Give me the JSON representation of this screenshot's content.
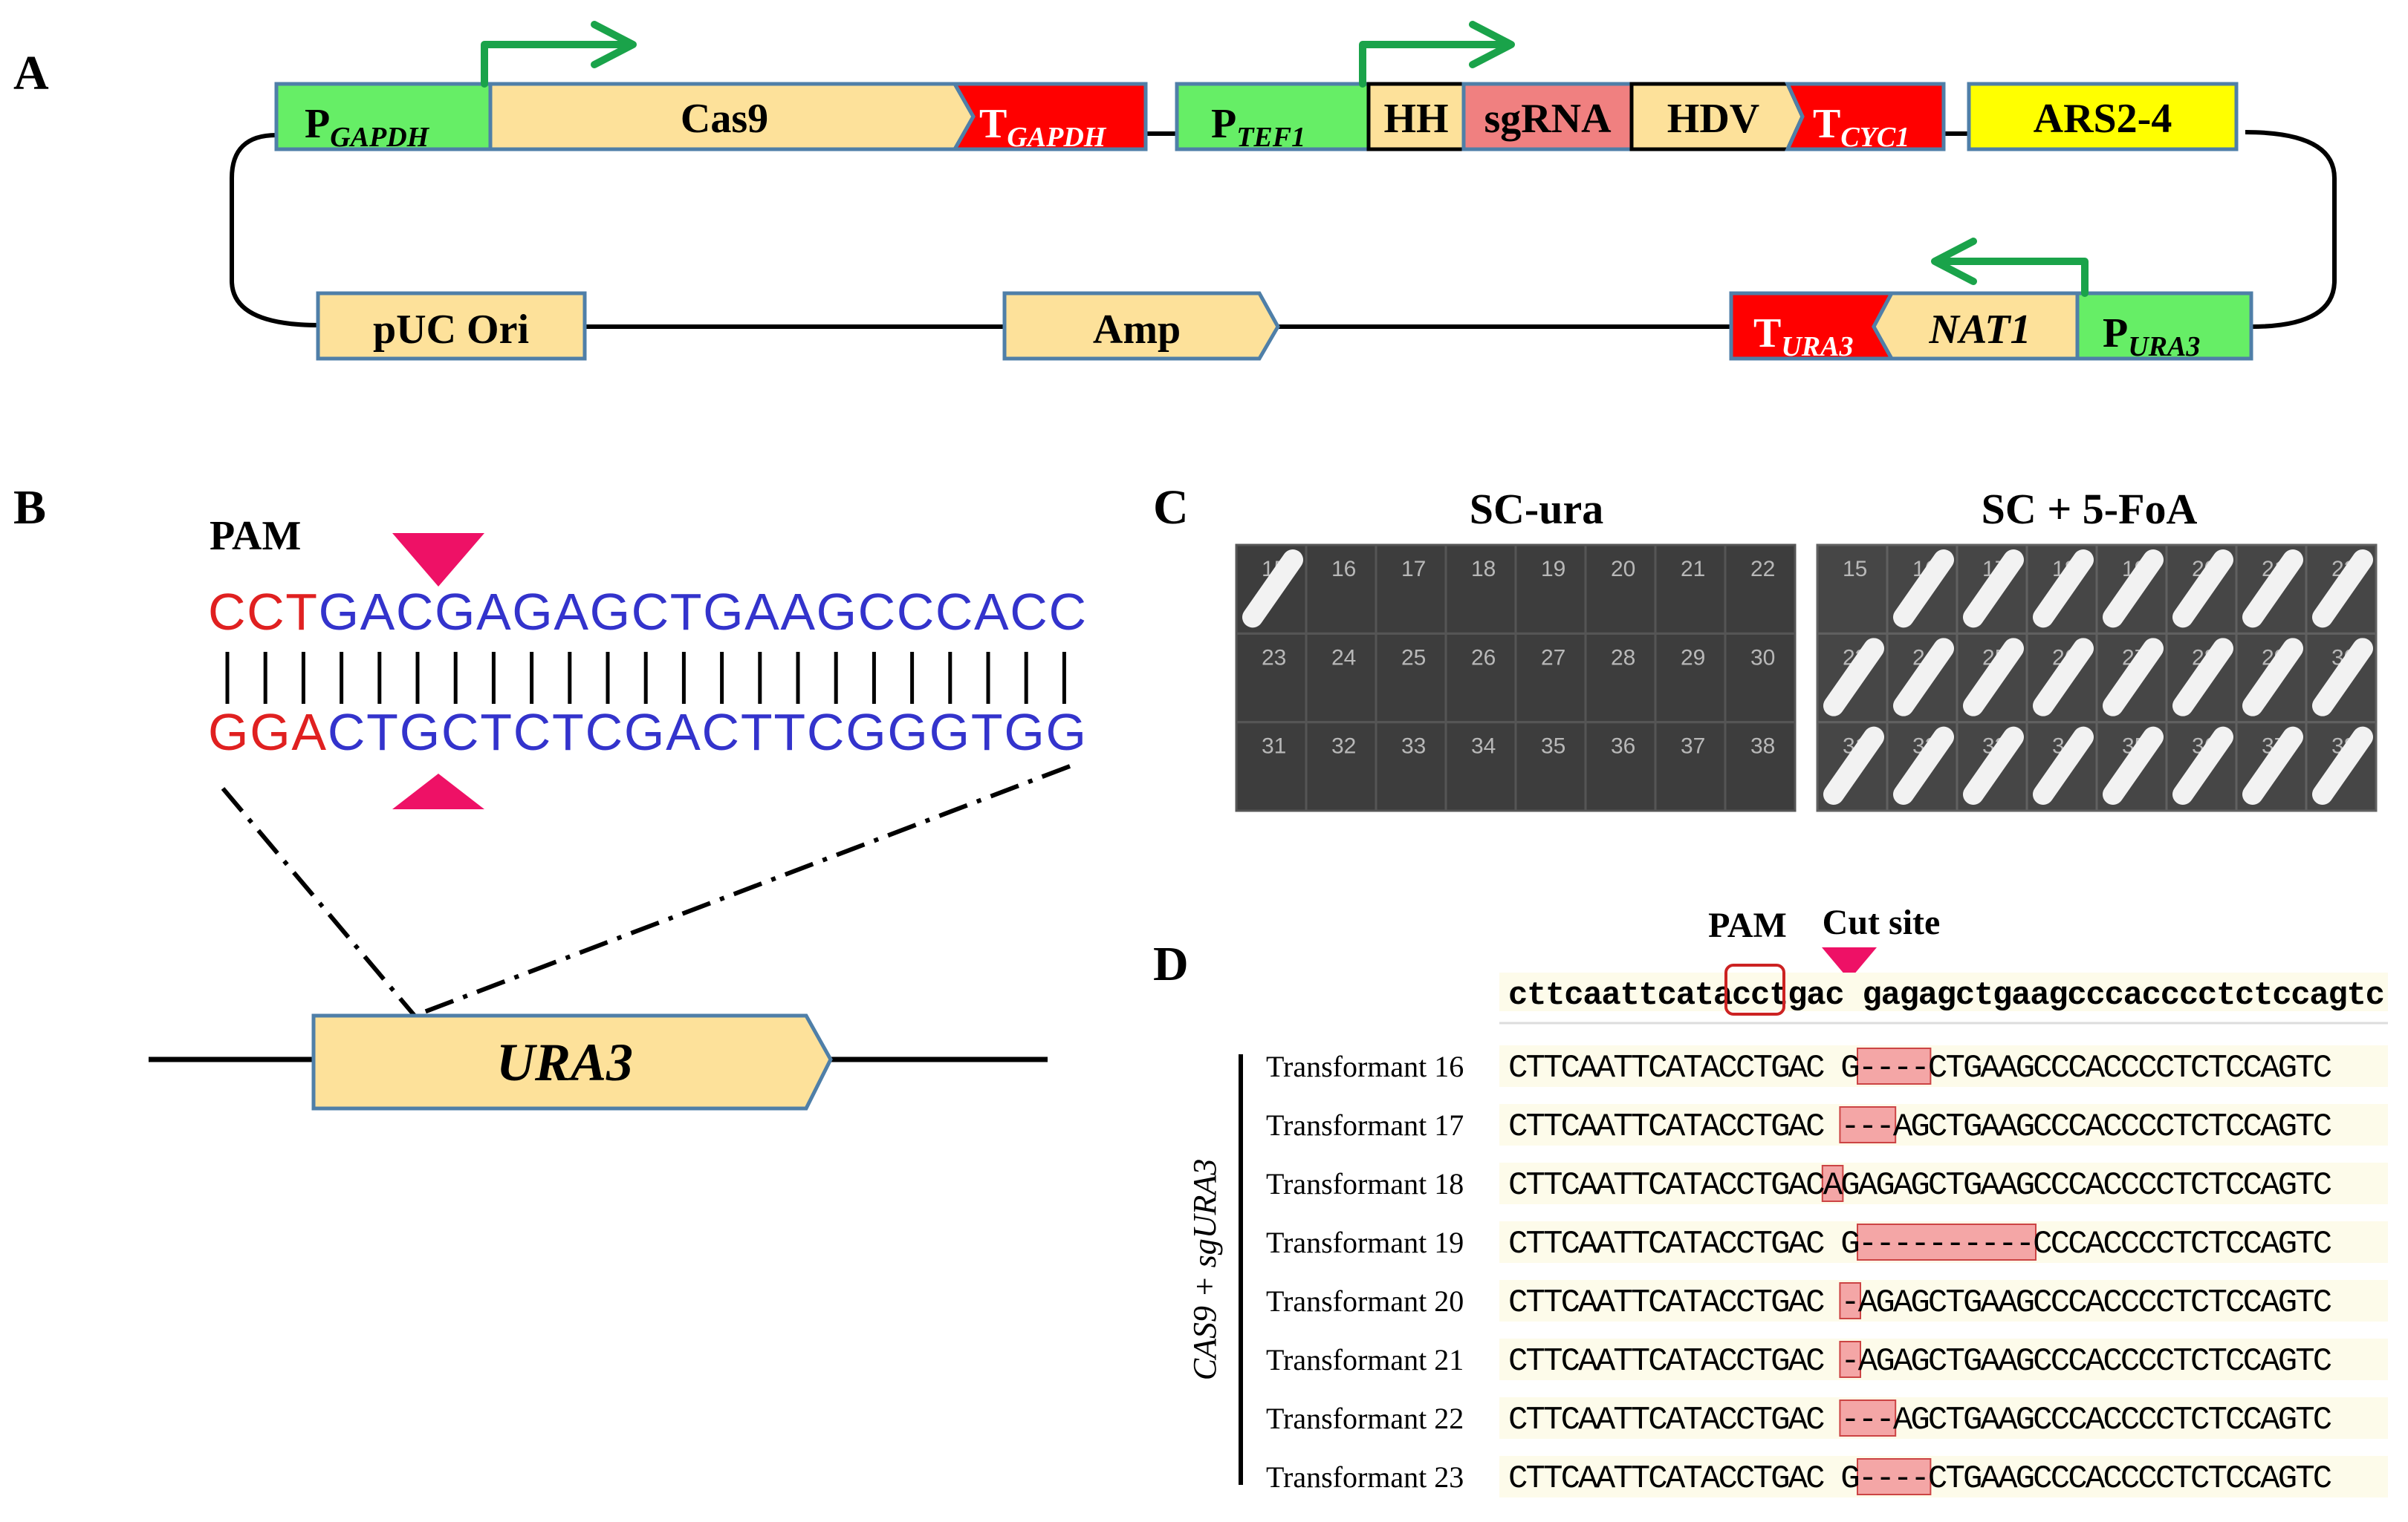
{
  "panels": {
    "a": "A",
    "b": "B",
    "c": "C",
    "d": "D"
  },
  "colors": {
    "promoter": "#66ee66",
    "terminator": "#ff0000",
    "gene": "#fde19a",
    "ars": "#ffff00",
    "sgrna": "#f08080",
    "box_border": "#4f7fa8",
    "arrow": "#1aa34a",
    "pam_red": "#e02020",
    "seq_blue": "#3333cc",
    "cut_marker": "#ee1166",
    "highlight": "#f4a6a6",
    "seq_bg": "#fdfbea"
  },
  "panel_a": {
    "p_gapdh": {
      "main": "P",
      "sub": "GAPDH"
    },
    "cas9": "Cas9",
    "t_gapdh": {
      "main": "T",
      "sub": "GAPDH"
    },
    "p_tef1": {
      "main": "P",
      "sub": "TEF1"
    },
    "hh": "HH",
    "sgrna": "sgRNA",
    "hdv": "HDV",
    "t_cyc1": {
      "main": "T",
      "sub": "CYC1"
    },
    "ars": "ARS2-4",
    "puc_ori": "pUC Ori",
    "amp": "Amp",
    "t_ura3": {
      "main": "T",
      "sub": "URA3"
    },
    "nat1": "NAT1",
    "p_ura3": {
      "main": "P",
      "sub": "URA3"
    }
  },
  "panel_b": {
    "pam_label": "PAM",
    "top": {
      "red": "CCT",
      "blue": "GACGAGAGCTGAAGCCCACC"
    },
    "bottom": {
      "red": "GGA",
      "blue": "CTGCTCTCGACTTCGGGTGG"
    },
    "bond_count": 23,
    "gene": "URA3"
  },
  "panel_c": {
    "left_title": "SC-ura",
    "right_title": "SC + 5-FoA",
    "rows": [
      [
        "15",
        "16",
        "17",
        "18",
        "19",
        "20",
        "21",
        "22"
      ],
      [
        "23",
        "24",
        "25",
        "26",
        "27",
        "28",
        "29",
        "30"
      ],
      [
        "31",
        "32",
        "33",
        "34",
        "35",
        "36",
        "37",
        "38"
      ]
    ],
    "left_growth": [
      "15"
    ],
    "right_growth": [
      "16",
      "17",
      "18",
      "19",
      "20",
      "21",
      "22",
      "23",
      "24",
      "25",
      "26",
      "27",
      "28",
      "29",
      "30",
      "31",
      "32",
      "33",
      "34",
      "35",
      "36",
      "37",
      "38"
    ]
  },
  "panel_d": {
    "pam_label": "PAM",
    "cut_label": "Cut site",
    "reference": {
      "pre": "cttcaattcata",
      "pam": "cct",
      "post": "gac",
      "rest": " gagagctgaagcccacccctctccagtc"
    },
    "vertical_label": "CAS9 + sgURA3",
    "rows": [
      {
        "label": "Transformant 16",
        "prefix": "CTTCAATTCATACCTGAC",
        "mid": " G",
        "mark": "----",
        "suffix": "CTGAAGCCCACCCCTCTCCAGTC"
      },
      {
        "label": "Transformant 17",
        "prefix": "CTTCAATTCATACCTGAC",
        "mid": " ",
        "mark": "---",
        "suffix": "AGCTGAAGCCCACCCCTCTCCAGTC"
      },
      {
        "label": "Transformant 18",
        "prefix": "CTTCAATTCATACCTGAC",
        "mid": "",
        "mark": "A",
        "suffix": "GAGAGCTGAAGCCCACCCCTCTCCAGTC"
      },
      {
        "label": "Transformant 19",
        "prefix": "CTTCAATTCATACCTGAC",
        "mid": " G",
        "mark": "----------",
        "suffix": "CCCACCCCTCTCCAGTC"
      },
      {
        "label": "Transformant 20",
        "prefix": "CTTCAATTCATACCTGAC",
        "mid": " ",
        "mark": "-",
        "suffix": "AGAGCTGAAGCCCACCCCTCTCCAGTC"
      },
      {
        "label": "Transformant 21",
        "prefix": "CTTCAATTCATACCTGAC",
        "mid": " ",
        "mark": "-",
        "suffix": "AGAGCTGAAGCCCACCCCTCTCCAGTC"
      },
      {
        "label": "Transformant 22",
        "prefix": "CTTCAATTCATACCTGAC",
        "mid": " ",
        "mark": "---",
        "suffix": "AGCTGAAGCCCACCCCTCTCCAGTC"
      },
      {
        "label": "Transformant 23",
        "prefix": "CTTCAATTCATACCTGAC",
        "mid": " G",
        "mark": "----",
        "suffix": "CTGAAGCCCACCCCTCTCCAGTC"
      }
    ]
  }
}
